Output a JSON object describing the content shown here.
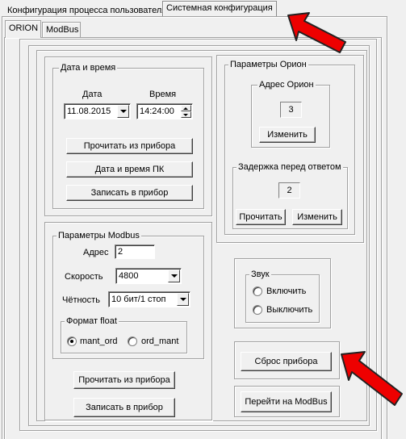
{
  "tabs": {
    "user_config": "Конфигурация процесса пользователя",
    "system_config": "Системная конфигурация"
  },
  "subtabs": {
    "orion": "ORION",
    "modbus": "ModBus"
  },
  "datetime": {
    "title": "Дата и время",
    "date_label": "Дата",
    "time_label": "Время",
    "date_value": "11.08.2015",
    "time_value": "14:24:00",
    "read_button": "Прочитать из прибора",
    "pc_button": "Дата и время  ПК",
    "write_button": "Записать в прибор"
  },
  "orion_params": {
    "title": "Параметры Орион",
    "address_title": "Адрес Орион",
    "address_value": "3",
    "address_change_button": "Изменить",
    "delay_title": "Задержка перед ответом",
    "delay_value": "2",
    "delay_read_button": "Прочитать",
    "delay_change_button": "Изменить"
  },
  "modbus_params": {
    "title": "Параметры Modbus",
    "address_label": "Адрес",
    "address_value": "2",
    "speed_label": "Скорость",
    "speed_value": "4800",
    "parity_label": "Чётность",
    "parity_value": "10 бит/1 стоп",
    "float_title": "Формат float",
    "float_options": [
      "mant_ord",
      "ord_mant"
    ],
    "float_selected": "mant_ord",
    "read_button": "Прочитать из прибора",
    "write_button": "Записать в прибор"
  },
  "sound": {
    "title": "Звук",
    "options": [
      "Включить",
      "Выключить"
    ]
  },
  "reset_button": "Сброс прибора",
  "goto_modbus_button": "Перейти на ModBus",
  "colors": {
    "background": "#f0f0f0",
    "arrow_fill": "#ee0000",
    "arrow_stroke": "#222222"
  },
  "icons": {
    "annotation": "red-arrow-icon"
  }
}
